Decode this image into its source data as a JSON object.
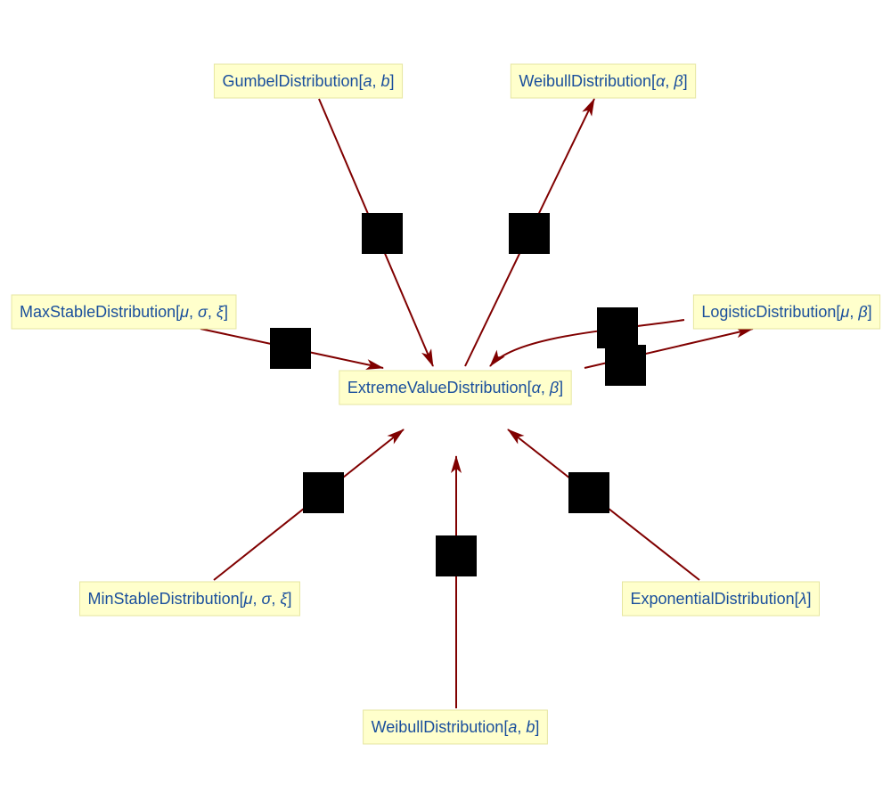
{
  "colors": {
    "edge": "#800000",
    "node_fill": "#ffffcc",
    "node_text": "#1a4f9c",
    "marker": "#000000"
  },
  "nodes": [
    {
      "id": "center",
      "name": "ExtremeValueDistribution",
      "params": [
        "α",
        "β"
      ]
    },
    {
      "id": "gumbel",
      "name": "GumbelDistribution",
      "params": [
        "a",
        "b"
      ]
    },
    {
      "id": "weibull-top",
      "name": "WeibullDistribution",
      "params": [
        "α",
        "β"
      ]
    },
    {
      "id": "maxstable",
      "name": "MaxStableDistribution",
      "params": [
        "μ",
        "σ",
        "ξ"
      ]
    },
    {
      "id": "logistic",
      "name": "LogisticDistribution",
      "params": [
        "μ",
        "β"
      ]
    },
    {
      "id": "minstable",
      "name": "MinStableDistribution",
      "params": [
        "μ",
        "σ",
        "ξ"
      ]
    },
    {
      "id": "exponential",
      "name": "ExponentialDistribution",
      "params": [
        "λ"
      ]
    },
    {
      "id": "weibull-bottom",
      "name": "WeibullDistribution",
      "params": [
        "a",
        "b"
      ]
    }
  ],
  "edges": [
    {
      "from": "gumbel",
      "to": "center"
    },
    {
      "from": "center",
      "to": "weibull-top"
    },
    {
      "from": "maxstable",
      "to": "center"
    },
    {
      "from": "logistic",
      "to": "center"
    },
    {
      "from": "center",
      "to": "logistic"
    },
    {
      "from": "minstable",
      "to": "center"
    },
    {
      "from": "weibull-bottom",
      "to": "center"
    },
    {
      "from": "exponential",
      "to": "center"
    }
  ]
}
